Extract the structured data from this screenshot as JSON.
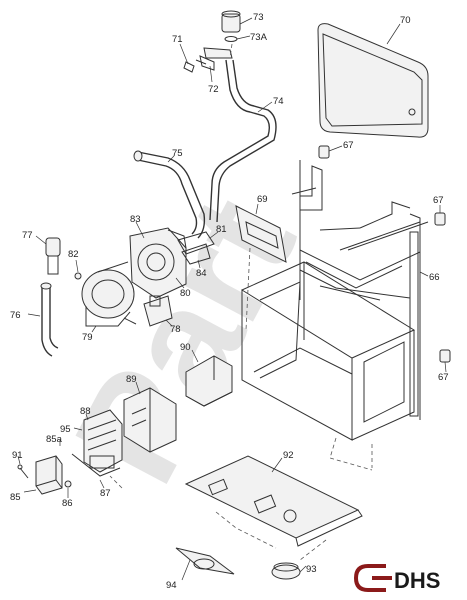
{
  "watermark": "Part",
  "logo": {
    "text": "DHS",
    "color": "#1a1a1a",
    "accent": "#8b1a1a"
  },
  "labels": {
    "p70": "70",
    "p73": "73",
    "p73a": "73A",
    "p71": "71",
    "p72": "72",
    "p74": "74",
    "p67a": "67",
    "p67b": "67",
    "p67c": "67",
    "p75": "75",
    "p69": "69",
    "p83": "83",
    "p81": "81",
    "p77": "77",
    "p82": "82",
    "p84": "84",
    "p66": "66",
    "p80": "80",
    "p76": "76",
    "p79": "79",
    "p78": "78",
    "p90": "90",
    "p89": "89",
    "p88": "88",
    "p95": "95",
    "p85a": "85a",
    "p91": "91",
    "p85": "85",
    "p86": "86",
    "p87": "87",
    "p92": "92",
    "p93": "93",
    "p94": "94"
  }
}
